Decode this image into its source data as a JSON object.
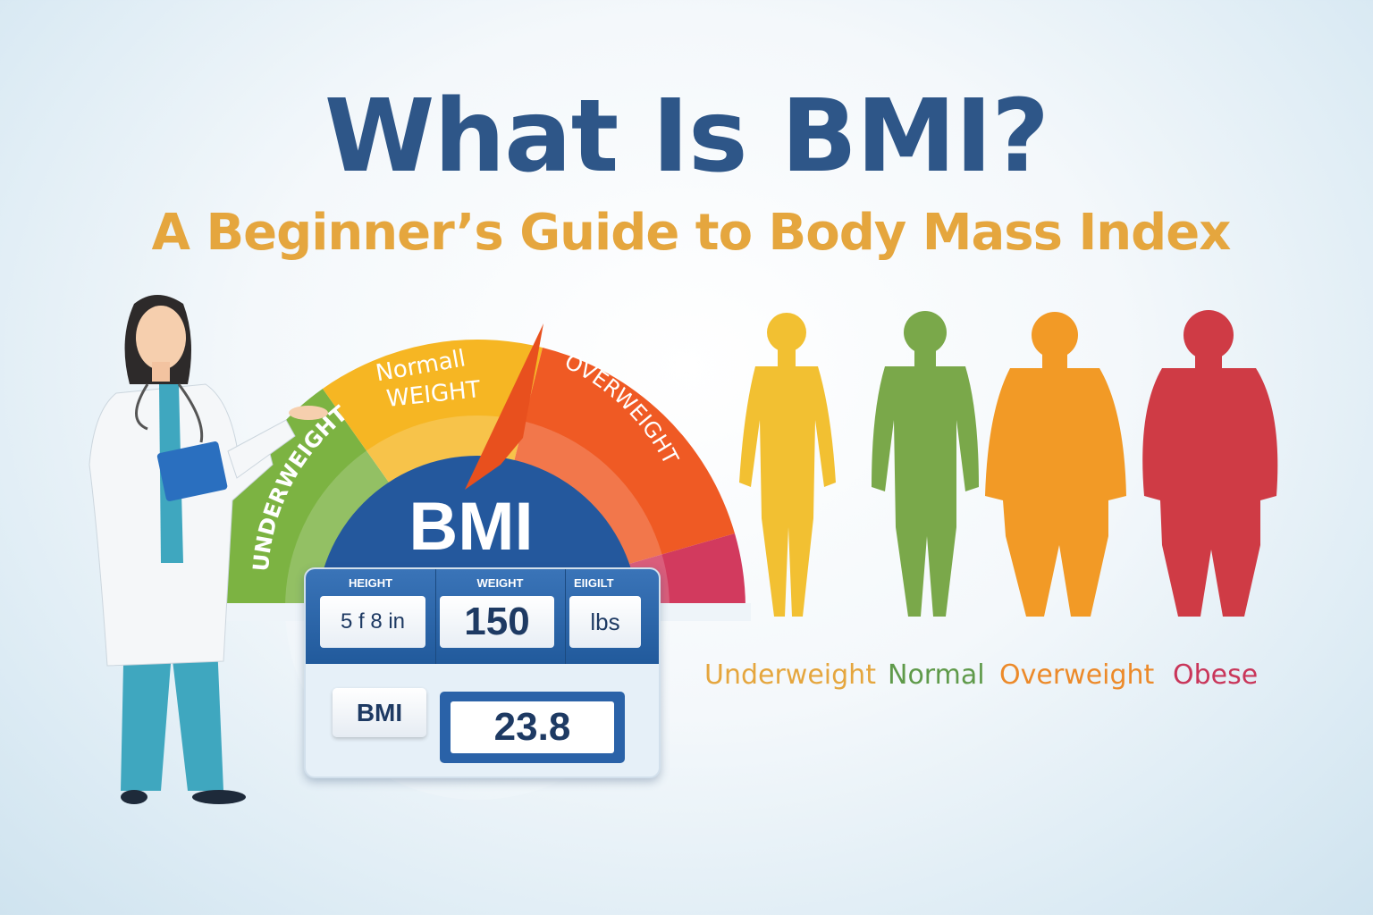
{
  "header": {
    "title": "What Is BMI?",
    "subtitle": "A Beginner’s Guide to Body Mass Index"
  },
  "gauge": {
    "segments": [
      "UNDERWEIGHT",
      "Normall WEIGHT",
      "OVERWEIGHT"
    ],
    "normal_line1": "Normall",
    "normal_line2": "WEIGHT",
    "center_label": "BMI",
    "colors": {
      "underweight": "#7cb342",
      "normal": "#f6b623",
      "overweight": "#ef5a24",
      "obese": "#d23a5e",
      "center": "#24589d"
    }
  },
  "calculator": {
    "height_label": "HEIGHT",
    "height_value": "5 f 8 in",
    "weight_label": "WEIGHT",
    "weight_value": "150",
    "unit_label": "EIIGILT",
    "unit_value": "lbs",
    "bmi_label": "BMI",
    "bmi_value": "23.8"
  },
  "categories": [
    {
      "label": "Underweight",
      "color": "#e5a63e"
    },
    {
      "label": "Normal",
      "color": "#5f9a4a"
    },
    {
      "label": "Overweight",
      "color": "#ec8a2a"
    },
    {
      "label": "Obese",
      "color": "#c9365a"
    }
  ]
}
